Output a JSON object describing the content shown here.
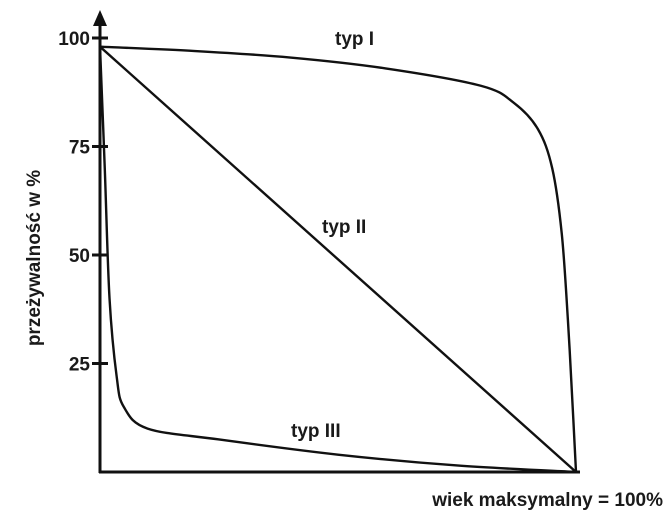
{
  "chart_data": {
    "type": "line",
    "ylabel": "przeżywalność w %",
    "xlabel": "wiek maksymalny = 100%",
    "ylim": [
      0,
      100
    ],
    "xlim": [
      0,
      100
    ],
    "yticks": [
      25,
      50,
      75,
      100
    ],
    "series": [
      {
        "name": "typ I",
        "points": [
          [
            0,
            98
          ],
          [
            20,
            97
          ],
          [
            40,
            95.5
          ],
          [
            60,
            93
          ],
          [
            80,
            89
          ],
          [
            87,
            85
          ],
          [
            92,
            79
          ],
          [
            95,
            70
          ],
          [
            97,
            55
          ],
          [
            98.3,
            35
          ],
          [
            99.3,
            15
          ],
          [
            100,
            0
          ]
        ]
      },
      {
        "name": "typ II",
        "points": [
          [
            0,
            98
          ],
          [
            100,
            0
          ]
        ]
      },
      {
        "name": "typ III",
        "points": [
          [
            0,
            98
          ],
          [
            1,
            70
          ],
          [
            2,
            40
          ],
          [
            3.5,
            22
          ],
          [
            5,
            15
          ],
          [
            10,
            10
          ],
          [
            25,
            7.5
          ],
          [
            50,
            4
          ],
          [
            75,
            1.5
          ],
          [
            100,
            0
          ]
        ]
      }
    ]
  }
}
